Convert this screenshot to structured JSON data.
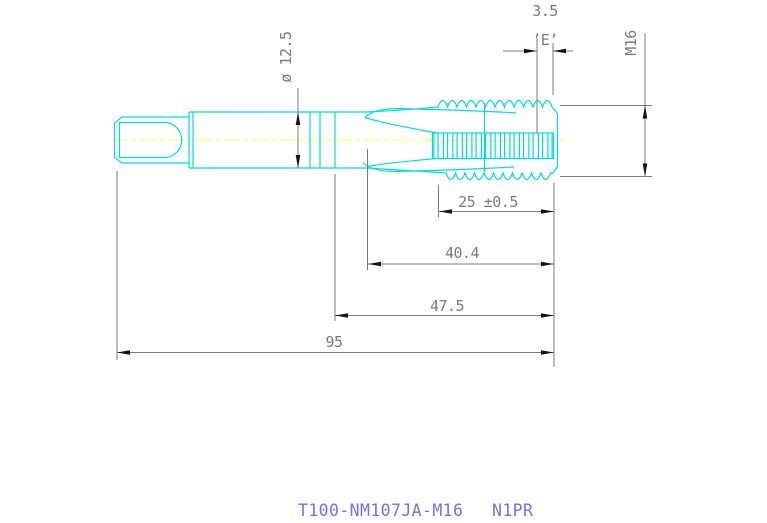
{
  "drawing": {
    "type": "cad-tap-drawing",
    "dimensions": {
      "tip_chamfer": "3.5",
      "e_point_label": "’E’",
      "thread_size": "M16",
      "shank_diameter": "ø 12.5",
      "thread_length": "25 ±0.5",
      "flute_length": "40.4",
      "front_length": "47.5",
      "overall_length": "95"
    },
    "title_block": {
      "part_number": "T100-NM107JA-M16",
      "code": "N1PR"
    },
    "colors": {
      "part_outline": "#00dcdc",
      "centerline": "#ffff6e",
      "dimension_line": "#7b7b7b",
      "arrowhead": "#141414",
      "part_number_text": "#7373d9",
      "background": "#ffffff"
    }
  }
}
